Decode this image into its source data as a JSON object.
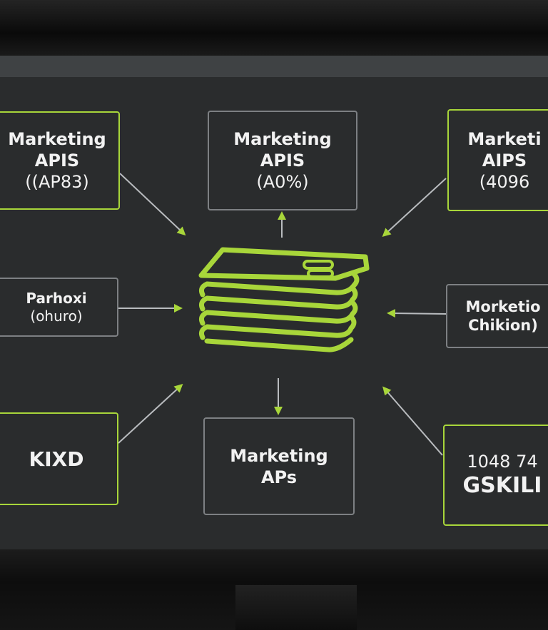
{
  "theme": {
    "accent": "#a8d63a",
    "box_border_gray": "#7d8083",
    "screen_bg": "#2a2c2d",
    "text": "#f2f2f2",
    "connector": "#b9bcbf"
  },
  "center_icon": "stacked-layers-icon",
  "nodes": {
    "top_left": {
      "line1": "Marketing",
      "line2": "APIS",
      "line3": "((AP83)"
    },
    "top_center": {
      "line1": "Marketing",
      "line2": "APIS",
      "line3": "(A0%)"
    },
    "top_right": {
      "line1": "Marketi",
      "line2": "AIPS",
      "line3": "(4096"
    },
    "mid_left": {
      "line1": "Parhoxi",
      "line2": "(ohuro)"
    },
    "mid_right": {
      "line1": "Morketio",
      "line2": "Chikion)"
    },
    "bottom_left": {
      "line1": "KIXD"
    },
    "bottom_center": {
      "line1": "Marketing",
      "line2": "APs"
    },
    "bottom_right": {
      "line1": "1048 74",
      "line2": "GSKILI"
    }
  }
}
